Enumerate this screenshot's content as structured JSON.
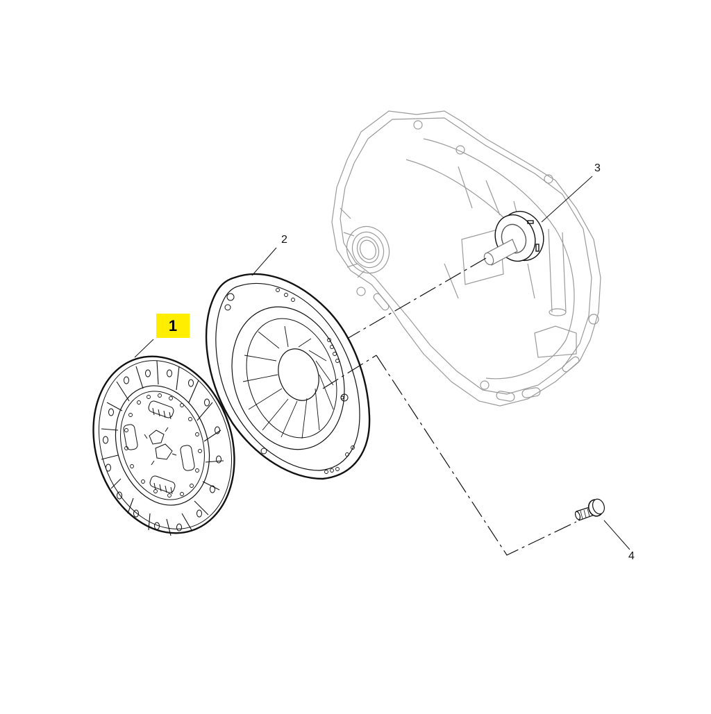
{
  "diagram": {
    "type": "exploded-parts-diagram",
    "highlight_color": "#ffee00",
    "line_color": "#111111",
    "ghost_line_color": "#9a9a9a",
    "parts": [
      {
        "callout": "1",
        "part": "clutch-disc",
        "highlighted": true
      },
      {
        "callout": "2",
        "part": "pressure-plate",
        "highlighted": false
      },
      {
        "callout": "3",
        "part": "release-bearing",
        "highlighted": false
      },
      {
        "callout": "4",
        "part": "bolt",
        "highlighted": false
      }
    ],
    "background_part": "transmission-housing"
  }
}
